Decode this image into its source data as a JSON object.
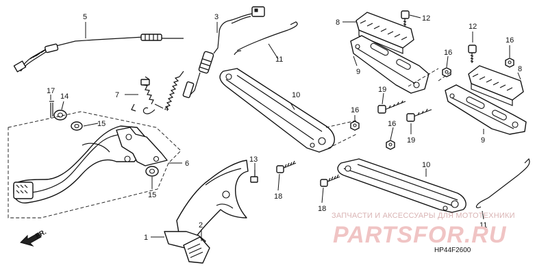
{
  "callouts": {
    "c1": "1",
    "c2": "2",
    "c3": "3",
    "c4": "4",
    "c5": "5",
    "c6": "6",
    "c7": "7",
    "c8a": "8",
    "c8b": "8",
    "c9a": "9",
    "c9b": "9",
    "c10a": "10",
    "c10b": "10",
    "c11a": "11",
    "c11b": "11",
    "c12a": "12",
    "c12b": "12",
    "c13": "13",
    "c14": "14",
    "c15a": "15",
    "c15b": "15",
    "c16a": "16",
    "c16b": "16",
    "c16c": "16",
    "c16d": "16",
    "c17": "17",
    "c18a": "18",
    "c18b": "18",
    "c19a": "19",
    "c19b": "19"
  },
  "watermark": {
    "tagline": "ЗАПЧАСТИ И АКСЕССУАРЫ ДЛЯ МОТОТЕХНИКИ",
    "logo": "PARTSFOR.RU"
  },
  "front_label": "FR.",
  "diagram_code": "HP44F2600",
  "colors": {
    "line": "#111111",
    "watermark": "#f0c4c4"
  }
}
